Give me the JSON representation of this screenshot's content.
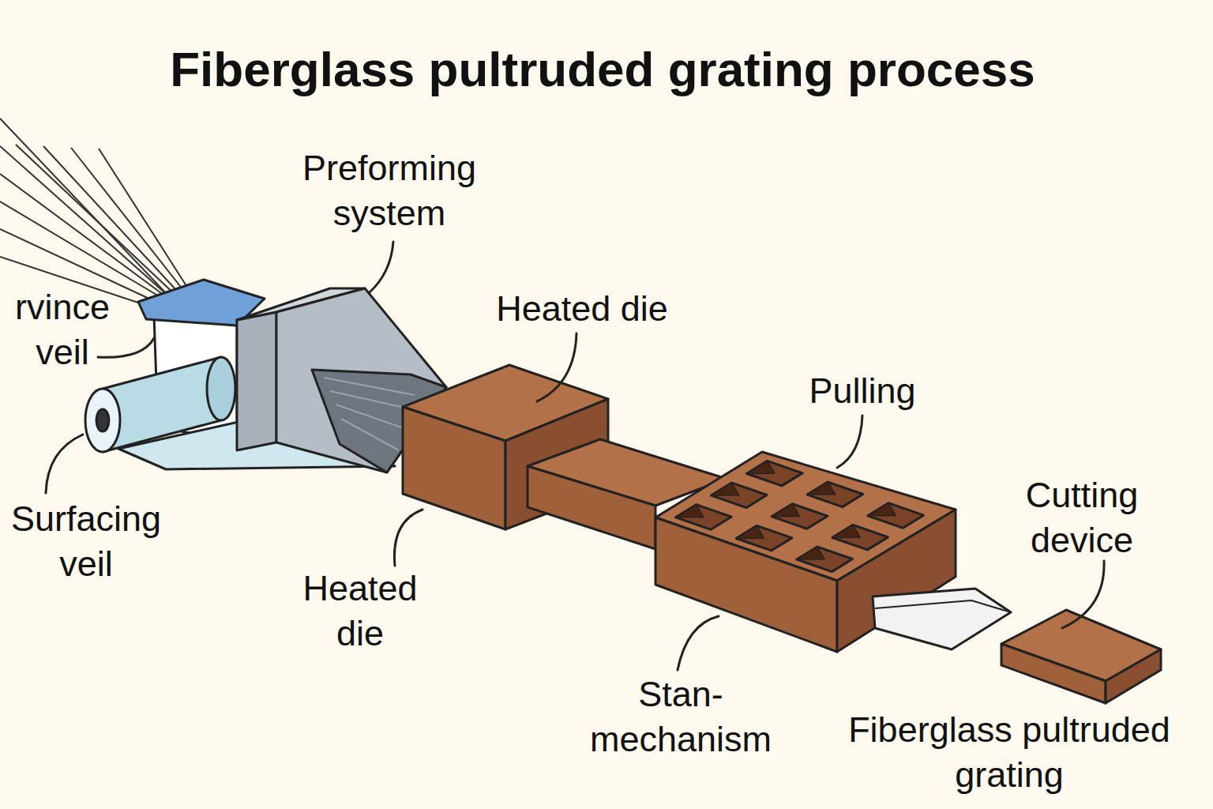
{
  "diagram": {
    "title": "Fiberglass pultruded grating process",
    "labels": [
      "Preforming system",
      "rvince veil",
      "Heated die",
      "Surfacing veil",
      "Heated die",
      "Pulling",
      "Cutting device",
      "Stan- mechanism",
      "Fiberglass pultruded grating"
    ]
  }
}
